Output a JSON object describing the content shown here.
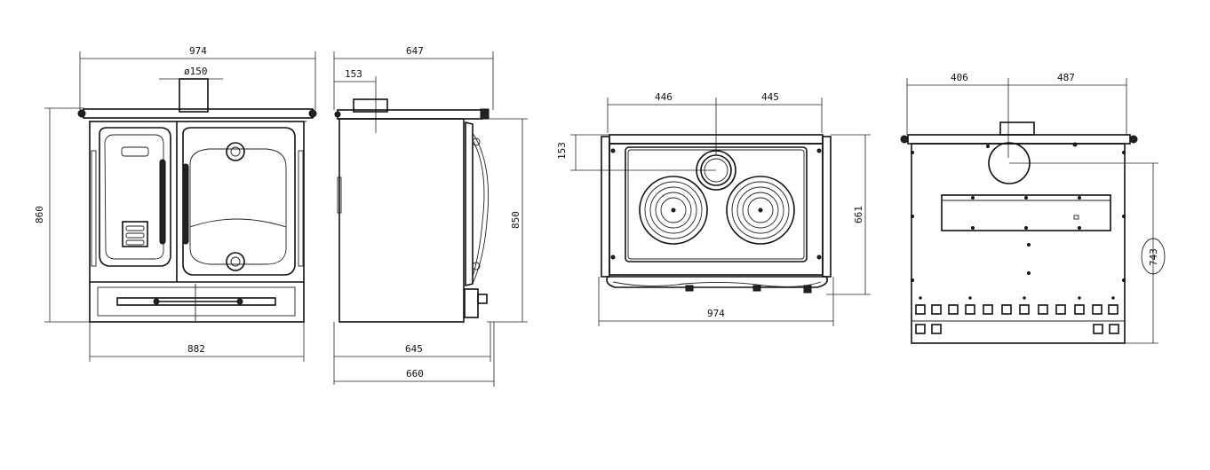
{
  "diagram": {
    "front_view": {
      "overall_width": "974",
      "flue_diameter": "ø150",
      "overall_height": "860",
      "base_width": "882"
    },
    "side_view": {
      "depth_top": "647",
      "flue_offset": "153",
      "height": "850",
      "depth_body": "645",
      "depth_overall": "660"
    },
    "top_view": {
      "left_to_flue": "446",
      "flue_to_right": "445",
      "flue_from_back": "153",
      "depth": "661",
      "width": "974"
    },
    "rear_view": {
      "left_to_flue": "406",
      "flue_to_right": "487",
      "flue_height": "743"
    }
  }
}
